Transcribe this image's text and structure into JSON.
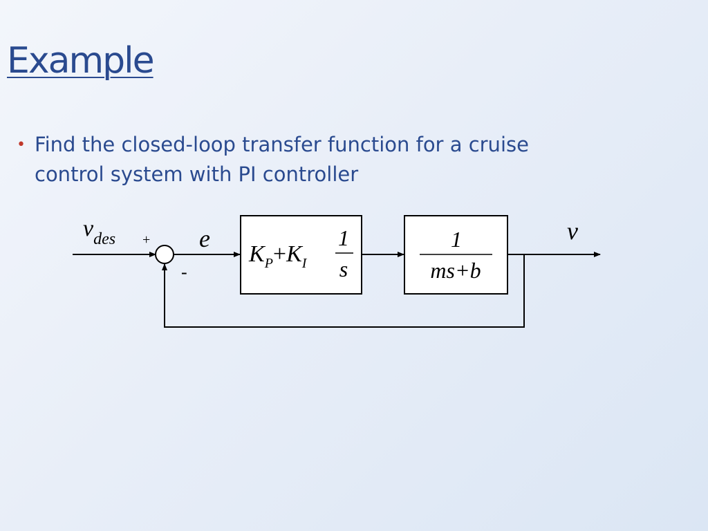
{
  "slide": {
    "title": "Example",
    "bullets": [
      {
        "text": "Find the closed-loop transfer function for a cruise control system with PI controller"
      }
    ]
  },
  "diagram": {
    "input_signal": {
      "symbol": "v",
      "subscript": "des"
    },
    "summing_junction": {
      "plus_sign": "+",
      "minus_sign": "-"
    },
    "error_signal": "e",
    "controller_block": {
      "kp": "K",
      "kp_sub": "P",
      "plus": "+",
      "ki": "K",
      "ki_sub": "I",
      "numerator": "1",
      "denominator": "s"
    },
    "plant_block": {
      "numerator": "1",
      "denominator": "ms+b"
    },
    "output_signal": "v"
  }
}
